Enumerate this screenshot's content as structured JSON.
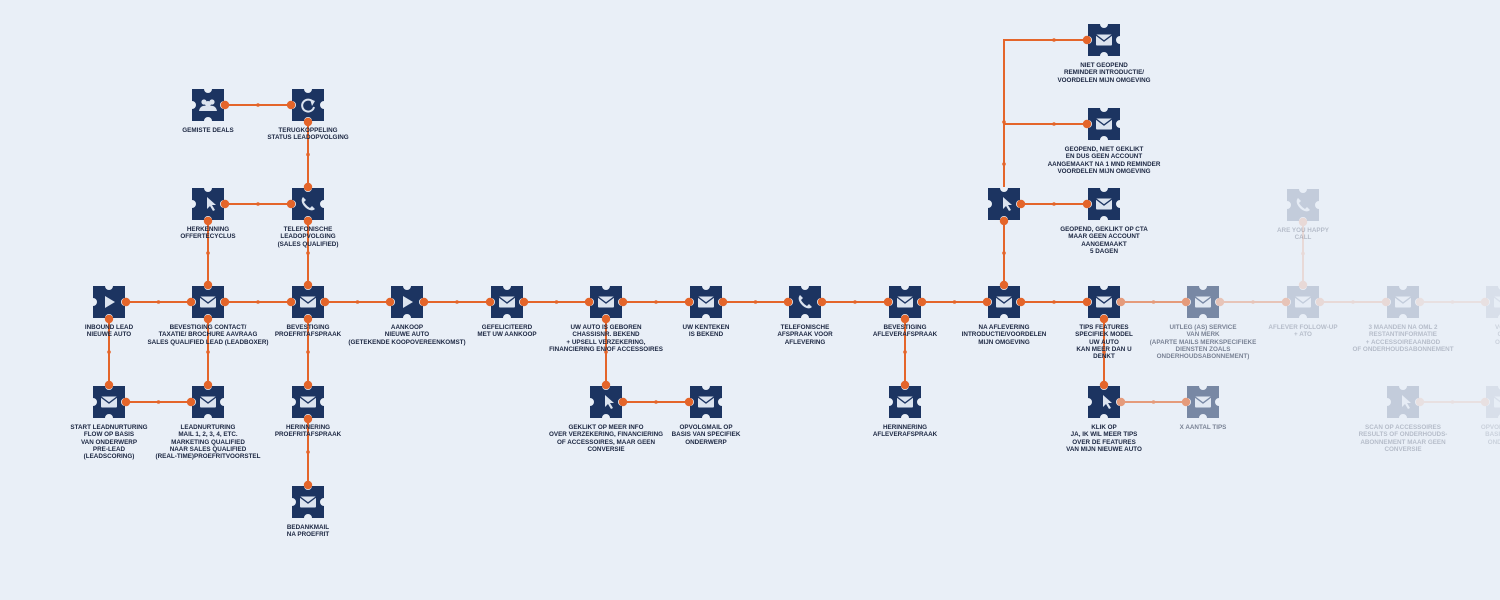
{
  "colors": {
    "background": "#e9eff7",
    "tile": "#1c3461",
    "tile_icon": "#dbe3ef",
    "connector": "#e4652a"
  },
  "nodes": [
    {
      "id": "inbound",
      "icon": "play-icon",
      "label": "INBOUND LEAD\nNIEUWE AUTO",
      "tone": "full"
    },
    {
      "id": "bevestiging_contact",
      "icon": "mail-icon",
      "label": "BEVESTIGING CONTACT/\nTAXATIE/ BROCHURE AAVRAAG\nSALES QUALIFIED LEAD (LEADBOXER)",
      "tone": "full"
    },
    {
      "id": "bevestiging_proefrit",
      "icon": "mail-icon",
      "label": "BEVESTIGING\nPROEFRITAFSPRAAK",
      "tone": "full"
    },
    {
      "id": "aankoop",
      "icon": "play-icon",
      "label": "AANKOOP\nNIEUWE AUTO\n(GETEKENDE KOOPOVEREENKOMST)",
      "tone": "full"
    },
    {
      "id": "gefeliciteerd",
      "icon": "mail-icon",
      "label": "GEFELICITEERD\nMET UW AANKOOP",
      "tone": "full"
    },
    {
      "id": "geboren",
      "icon": "mail-icon",
      "label": "UW AUTO IS GEBOREN\nCHASSISNR. BEKEND\n+ UPSELL VERZEKERING,\nFINANCIERING EN/OF ACCESSOIRES",
      "tone": "full"
    },
    {
      "id": "kenteken",
      "icon": "mail-icon",
      "label": "UW KENTEKEN\nIS BEKEND",
      "tone": "full"
    },
    {
      "id": "tel_afspraak",
      "icon": "phone-icon",
      "label": "TELEFONISCHE\nAFSPRAAK VOOR\nAFLEVERING",
      "tone": "full"
    },
    {
      "id": "bevestiging_aflever",
      "icon": "mail-icon",
      "label": "BEVESTIGING\nAFLEVERAFSPRAAK",
      "tone": "full"
    },
    {
      "id": "na_aflevering",
      "icon": "mail-icon",
      "label": "NA AFLEVERING\nINTRODUCTIE/VOORDELEN\nMIJN OMGEVING",
      "tone": "full"
    },
    {
      "id": "tips_features",
      "icon": "mail-icon",
      "label": "TIPS FEATURES\nSPECIFIEK MODEL\nUW AUTO\nKAN MEER DAN U\nDENKT",
      "tone": "full"
    },
    {
      "id": "uitleg",
      "icon": "mail-icon",
      "label": "UITLEG (AS) SERVICE\nVAN MERK\n(APARTE MAILS MERKSPECIFIEKE\nDIENSTEN ZOALS\nONDERHOUDSABONNEMENT)",
      "tone": "dim1"
    },
    {
      "id": "aflever_followup",
      "icon": "mail-icon",
      "label": "AFLEVER FOLLOW-UP\n+ ATO",
      "tone": "dim2"
    },
    {
      "id": "maanden_na_oml",
      "icon": "mail-icon",
      "label": "3 MAANDEN NA OML 2\nRESTANTINFORMATIE\n+ ACCESSOIREAANBOD\nOF ONDERHOUDSABONNEMENT",
      "tone": "dim2"
    },
    {
      "id": "edge_top",
      "icon": "mail-icon",
      "label": "VOO\nGE\nOAB",
      "tone": "dim3"
    },
    {
      "id": "happy_call",
      "icon": "phone-icon",
      "label": "ARE YOU HAPPY\nCALL",
      "tone": "dim2"
    },
    {
      "id": "gemiste",
      "icon": "group-icon",
      "label": "GEMISTE DEALS",
      "tone": "full"
    },
    {
      "id": "terugkoppeling",
      "icon": "refresh-icon",
      "label": "TERUGKOPPELING\nSTATUS LEADOPVOLGING",
      "tone": "full"
    },
    {
      "id": "herkenning",
      "icon": "click-icon",
      "label": "HERKENNING\nOFFERTECYCLUS",
      "tone": "full"
    },
    {
      "id": "tel_leadopvolging",
      "icon": "phone-icon",
      "label": "TELEFONISCHE\nLEADOPVOLGING\n(SALES QUALIFIED)",
      "tone": "full"
    },
    {
      "id": "start_leadnurturing",
      "icon": "mail-icon",
      "label": "START LEADNURTURING\nFLOW OP BASIS\nVAN ONDERWERP\nPRE-LEAD\n(LEADSCORING)",
      "tone": "full"
    },
    {
      "id": "leadnurturing",
      "icon": "mail-icon",
      "label": "LEADNURTURING\nMAIL 1, 2, 3, 4, ETC.\nMARKETING QUALIFIED\nNAAR SALES QUALIFIED\n(REAL-TIME)PROEFRITVOORSTEL",
      "tone": "full"
    },
    {
      "id": "herinnering_proefrit",
      "icon": "mail-icon",
      "label": "HERINNERING\nPROEFRITAFSPRAAK",
      "tone": "full"
    },
    {
      "id": "bedankmail",
      "icon": "mail-icon",
      "label": "BEDANKMAIL\nNA PROEFRIT",
      "tone": "full"
    },
    {
      "id": "geklikt_meer_info",
      "icon": "click-icon",
      "label": "GEKLIKT OP MEER INFO\nOVER VERZEKERING, FINANCIERING\nOF ACCESSOIRES, MAAR GEEN\nCONVERSIE",
      "tone": "full"
    },
    {
      "id": "opvolgmail",
      "icon": "mail-icon",
      "label": "OPVOLGMAIL OP\nBASIS VAN SPECIFIEK\nONDERWERP",
      "tone": "full"
    },
    {
      "id": "herinnering_aflever",
      "icon": "mail-icon",
      "label": "HERINNERING\nAFLEVERAFSPRAAK",
      "tone": "full"
    },
    {
      "id": "na_aflever_click",
      "icon": "click-icon",
      "label": "",
      "tone": "full"
    },
    {
      "id": "niet_geopend",
      "icon": "mail-icon",
      "label": "NIET GEOPEND\nREMINDER INTRODUCTIE/\nVOORDELEN MIJN OMGEVING",
      "tone": "full"
    },
    {
      "id": "geopend_niet_geklikt",
      "icon": "mail-icon",
      "label": "GEOPEND, NIET GEKLIKT\nEN DUS GEEN ACCOUNT\nAANGEMAAKT  NA 1 MND REMINDER\nVOORDELEN MIJN OMGEVING",
      "tone": "full"
    },
    {
      "id": "geopend_geklikt",
      "icon": "mail-icon",
      "label": "GEOPEND, GEKLIKT OP CTA\nMAAR GEEN ACCOUNT\nAANGEMAAKT\n5 DAGEN",
      "tone": "full"
    },
    {
      "id": "klik_op",
      "icon": "click-icon",
      "label": "KLIK OP\nJA, IK WIL MEER TIPS\nOVER DE FEATURES\nVAN MIJN NIEUWE AUTO",
      "tone": "full"
    },
    {
      "id": "aantal_tips",
      "icon": "mail-icon",
      "label": "X AANTAL TIPS",
      "tone": "dim1"
    },
    {
      "id": "scan_accessoires",
      "icon": "click-icon",
      "label": "SCAN OP ACCESSOIRES\nRESULTS OF ONDERHOUDS-\nABONNEMENT MAAR GEEN\nCONVERSIE",
      "tone": "dim2"
    },
    {
      "id": "edge_bottom",
      "icon": "mail-icon",
      "label": "OPVOLGMAIL\nBASIS VAN\nONDERW",
      "tone": "dim3"
    }
  ]
}
